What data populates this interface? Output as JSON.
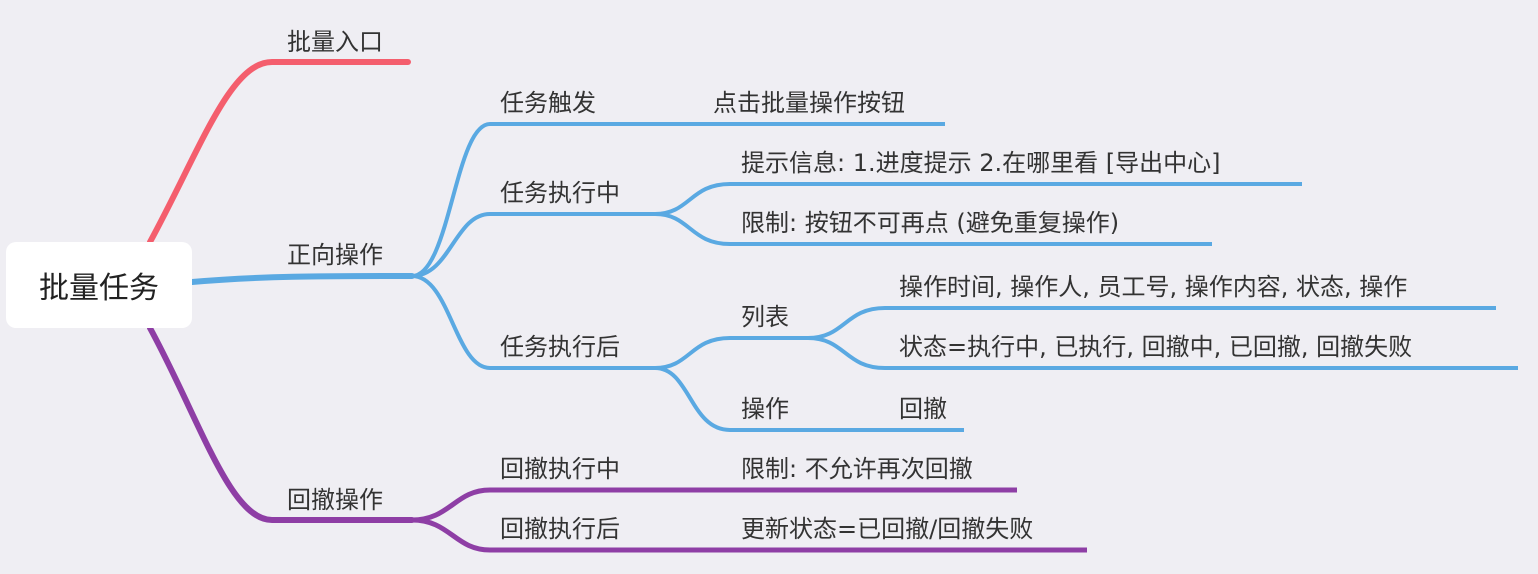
{
  "colors": {
    "background": "#efeef3",
    "branch_entry": "#f45e6d",
    "branch_forward": "#5aa9e2",
    "branch_undo": "#8e3ea5"
  },
  "root": "批量任务",
  "branches": {
    "entry": {
      "label": "批量入口"
    },
    "forward": {
      "label": "正向操作",
      "trigger": {
        "label": "任务触发",
        "detail": "点击批量操作按钮"
      },
      "running": {
        "label": "任务执行中",
        "info": "提示信息: 1.进度提示  2.在哪里看 [导出中心]",
        "limit": "限制: 按钮不可再点 (避免重复操作)"
      },
      "done": {
        "label": "任务执行后",
        "list": {
          "label": "列表",
          "columns": "操作时间, 操作人, 员工号, 操作内容, 状态, 操作",
          "statuses": "状态=执行中, 已执行, 回撤中, 已回撤, 回撤失败"
        },
        "operation": {
          "label": "操作",
          "detail": "回撤"
        }
      }
    },
    "undo": {
      "label": "回撤操作",
      "running": {
        "label": "回撤执行中",
        "detail": "限制: 不允许再次回撤"
      },
      "done": {
        "label": "回撤执行后",
        "detail": "更新状态=已回撤/回撤失败"
      }
    }
  }
}
